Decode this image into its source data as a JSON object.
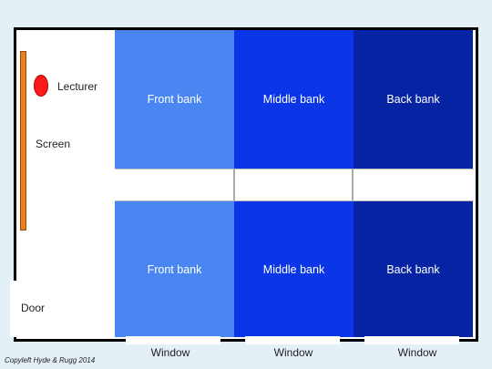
{
  "labels": {
    "lecturer": "Lecturer",
    "screen": "Screen",
    "door": "Door",
    "copyleft": "Copyleft Hyde & Rugg 2014"
  },
  "banks": {
    "top": [
      "Front bank",
      "Middle bank",
      "Back bank"
    ],
    "bottom": [
      "Front bank",
      "Middle bank",
      "Back bank"
    ]
  },
  "windows": [
    "Window",
    "Window",
    "Window"
  ],
  "colors": {
    "front_bank": "#4a86f2",
    "middle_bank": "#0a36e8",
    "back_bank": "#0623a3",
    "screen": "#e8821f",
    "lecturer": "#ff1a1a",
    "background": "#e3f0f6"
  }
}
